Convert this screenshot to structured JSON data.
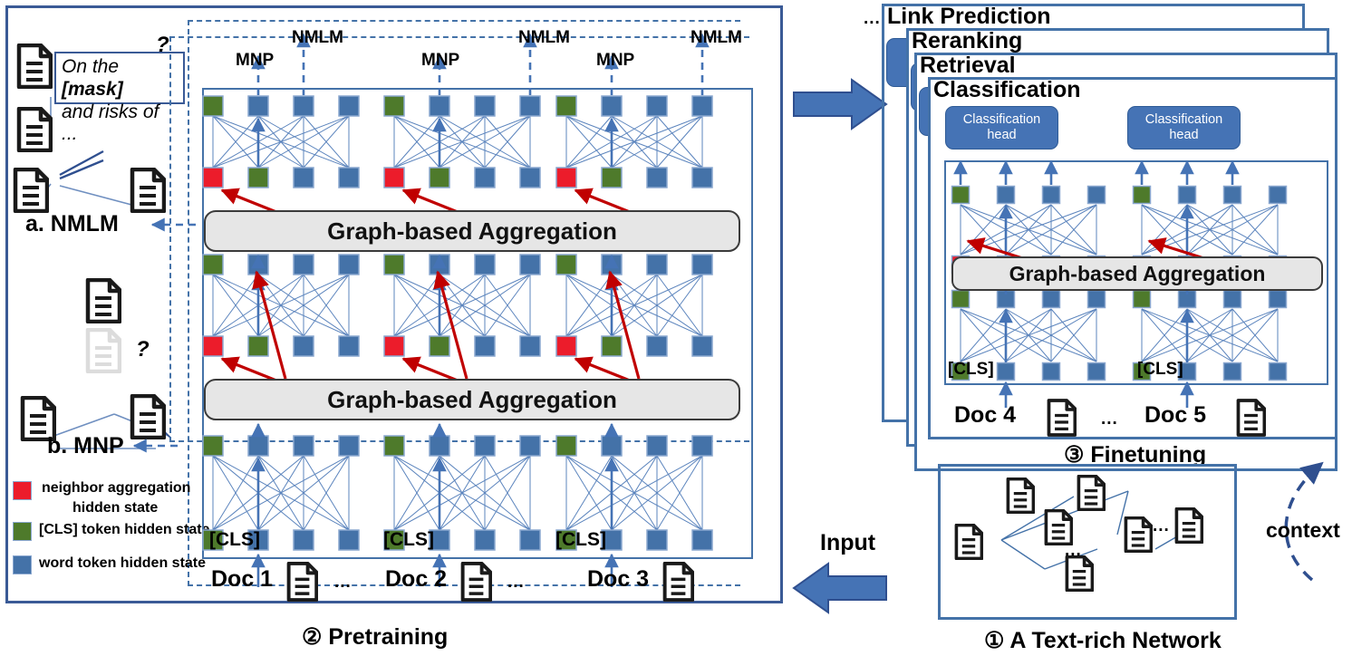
{
  "legend": {
    "items": [
      {
        "color": "#ec1c2b",
        "label_line1": "neighbor aggregation",
        "label_line2": "hidden state"
      },
      {
        "color": "#4e7a2b",
        "label_line1": "[CLS] token hidden state",
        "label_line2": ""
      },
      {
        "color": "#4472a8",
        "label_line1": "word token hidden state",
        "label_line2": ""
      }
    ]
  },
  "objectives": {
    "nmlm_label": "a. NMLM",
    "mnp_label": "b. MNP",
    "question_mark": "?",
    "callout_line1_pre": "On the ",
    "callout_line1_mask": "[mask]",
    "callout_line2": "and risks of ..."
  },
  "pretraining": {
    "stage_label": "②  Pretraining",
    "aggregation_label": "Graph-based Aggregation",
    "head_labels_nmlm": [
      "NMLM",
      "NMLM",
      "NMLM"
    ],
    "head_labels_mnp": [
      "MNP",
      "MNP",
      "MNP"
    ],
    "cls_labels": [
      "[CLS]",
      "[CLS]",
      "[CLS]"
    ],
    "doc_labels": [
      "Doc 1",
      "Doc 2",
      "Doc 3"
    ],
    "ellipsis": "...",
    "input_label": "Input"
  },
  "finetuning": {
    "stage_label": "③  Finetuning",
    "stack_ellipsis": "...",
    "cards": [
      "Link Prediction",
      "Reranking",
      "Retrieval",
      "Classification"
    ],
    "classification_head_line1": "Classification",
    "classification_head_line2": "head",
    "aggregation_label": "Graph-based Aggregation",
    "cls_labels": [
      "[CLS]",
      "[CLS]"
    ],
    "doc_labels": [
      "Doc 4",
      "Doc 5"
    ],
    "ellipsis": "..."
  },
  "network": {
    "stage_label": "①  A Text-rich Network",
    "context_label": "context",
    "ellipsis1": "...",
    "ellipsis2": "..."
  },
  "colors": {
    "node_blue": "#4472a8",
    "node_green": "#4e7a2b",
    "node_red": "#ec1c2b",
    "panel_border": "#3a5a96",
    "arrow_blue": "#4573b5",
    "arrow_red": "#c00000",
    "agg_fill": "#e6e6e6"
  }
}
